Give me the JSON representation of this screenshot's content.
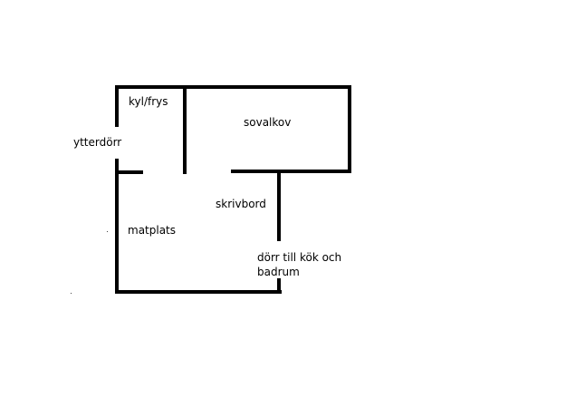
{
  "rooms": {
    "fridge": "kyl/frys",
    "alcove": "sovalkov",
    "front_door": "ytterdörr",
    "desk": "skrivbord",
    "dining": "matplats",
    "kitchen_door": "dörr till kök och badrum"
  },
  "colors": {
    "wall": "#000000",
    "background": "#ffffff"
  }
}
